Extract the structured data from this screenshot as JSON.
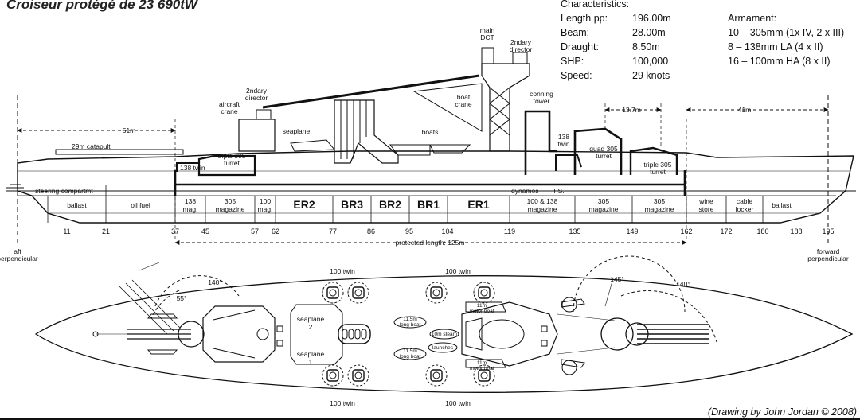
{
  "title": "Croiseur protégé de 23 690tW",
  "characteristics": {
    "heading": "Characteristics:",
    "rows": [
      {
        "label": "Length pp:",
        "value": "196.00m"
      },
      {
        "label": "Beam:",
        "value": "28.00m"
      },
      {
        "label": "Draught:",
        "value": "8.50m"
      },
      {
        "label": "SHP:",
        "value": "100,000"
      },
      {
        "label": "Speed:",
        "value": "29 knots"
      }
    ]
  },
  "armament": {
    "heading": "Armament:",
    "rows": [
      "10 – 305mm (1x IV, 2 x III)",
      "8 – 138mm LA (4 x II)",
      "16 – 100mm HA (8 x II)"
    ]
  },
  "profile_labels": {
    "main_dct": [
      "main",
      "DCT"
    ],
    "secondary_director_fwd": [
      "2ndary",
      "director"
    ],
    "secondary_director_aft": [
      "2ndary",
      "director"
    ],
    "aircraft_crane": [
      "aircraft",
      "crane"
    ],
    "boat_crane": [
      "boat",
      "crane"
    ],
    "conning_tower": [
      "conning",
      "tower"
    ],
    "seaplane": "seaplane",
    "boats": "boats",
    "catapult": "29m catapult",
    "twin_138_aft": "138 twin",
    "twin_138_fwd": [
      "138",
      "twin"
    ],
    "triple_305_aft": [
      "triple 305",
      "turret"
    ],
    "quad_305": [
      "quad 305",
      "turret"
    ],
    "triple_305_fwd": [
      "triple 305",
      "turret"
    ],
    "dim_51m": "51m",
    "dim_13_7m": "13.7m",
    "dim_41m": "41m",
    "steering": "steering compartmt",
    "dynamos": "dynamos",
    "ts": "T.S.",
    "protected_length": "protected length: 125m",
    "aft_perpendicular": [
      "aft",
      "perpendicular"
    ],
    "forward_perpendicular": [
      "forward",
      "perpendicular"
    ]
  },
  "compartments": [
    {
      "lines": [
        "ballast"
      ],
      "style": "small"
    },
    {
      "lines": [
        "oil fuel"
      ],
      "style": "small"
    },
    {
      "lines": [
        "138",
        "mag."
      ],
      "style": "small"
    },
    {
      "lines": [
        "305",
        "magazine"
      ],
      "style": "small"
    },
    {
      "lines": [
        "100",
        "mag."
      ],
      "style": "small"
    },
    {
      "lines": [
        "ER2"
      ],
      "style": "big"
    },
    {
      "lines": [
        "BR3"
      ],
      "style": "big"
    },
    {
      "lines": [
        "BR2"
      ],
      "style": "big"
    },
    {
      "lines": [
        "BR1"
      ],
      "style": "big"
    },
    {
      "lines": [
        "ER1"
      ],
      "style": "big"
    },
    {
      "lines": [
        "100 & 138",
        "magazine"
      ],
      "style": "small"
    },
    {
      "lines": [
        "305",
        "magazine"
      ],
      "style": "small"
    },
    {
      "lines": [
        "305",
        "magazine"
      ],
      "style": "small"
    },
    {
      "lines": [
        "wine",
        "store"
      ],
      "style": "small"
    },
    {
      "lines": [
        "cable",
        "locker"
      ],
      "style": "small"
    },
    {
      "lines": [
        "ballast"
      ],
      "style": "small"
    }
  ],
  "frames": [
    "11",
    "21",
    "37",
    "45",
    "57",
    "62",
    "77",
    "86",
    "95",
    "104",
    "119",
    "135",
    "149",
    "162",
    "172",
    "180",
    "188",
    "195"
  ],
  "plan_labels": {
    "twin_100_top_a": "100 twin",
    "twin_100_top_b": "100 twin",
    "twin_100_bot_a": "100 twin",
    "twin_100_bot_b": "100 twin",
    "arc_140_aft": "140°",
    "arc_55_aft": "55°",
    "arc_145_fwd": "145°",
    "arc_140_fwd": "140°",
    "seaplane_2": [
      "seaplane",
      "2"
    ],
    "seaplane_1": [
      "seaplane",
      "1"
    ],
    "long_boat_top": [
      "11.5m",
      "long boat"
    ],
    "long_boat_bot": [
      "11.5m",
      "long boat"
    ],
    "steam": "10m steam",
    "launches": "launches",
    "motor_boat_top": [
      "11m",
      "motor boat"
    ],
    "motor_boat_bot": [
      "11m",
      "motor boat"
    ]
  },
  "credit": "(Drawing by John Jordan © 2008)"
}
